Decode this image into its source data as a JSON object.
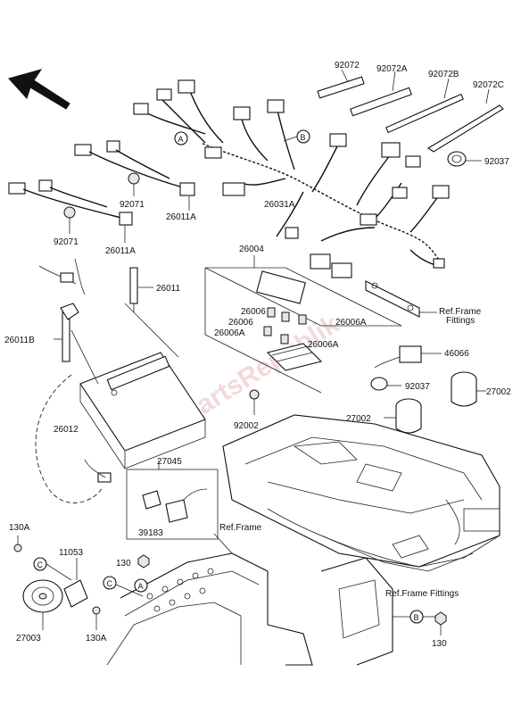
{
  "watermark": "PartsRepublik",
  "labels": {
    "p92072": "92072",
    "p92072A": "92072A",
    "p92072B": "92072B",
    "p92072C": "92072C",
    "p92037_top": "92037",
    "p26011A_a": "26011A",
    "p26011A_b": "26011A",
    "p92071_a": "92071",
    "p92071_b": "92071",
    "p26031A": "26031A",
    "p26004": "26004",
    "p26011": "26011",
    "p26011B": "26011B",
    "p26006_a": "26006",
    "p26006_b": "26006",
    "p26006A_a": "26006A",
    "p26006A_b": "26006A",
    "p26006A_c": "26006A",
    "ref_frame_fittings_1": "Ref.Frame\nFittings",
    "p46066": "46066",
    "p92037_mid": "92037",
    "p27002_a": "27002",
    "p27002_b": "27002",
    "p92002": "92002",
    "p26012": "26012",
    "p27045": "27045",
    "p39183": "39183",
    "ref_frame": "Ref.Frame",
    "p130A_top": "130A",
    "p11053": "11053",
    "p130_mid": "130",
    "ref_frame_fittings_2": "Ref.Frame Fittings",
    "p27003": "27003",
    "p130A_bottom": "130A",
    "p130_bottom": "130"
  },
  "callouts": {
    "A": "A",
    "B": "B",
    "C": "C"
  }
}
